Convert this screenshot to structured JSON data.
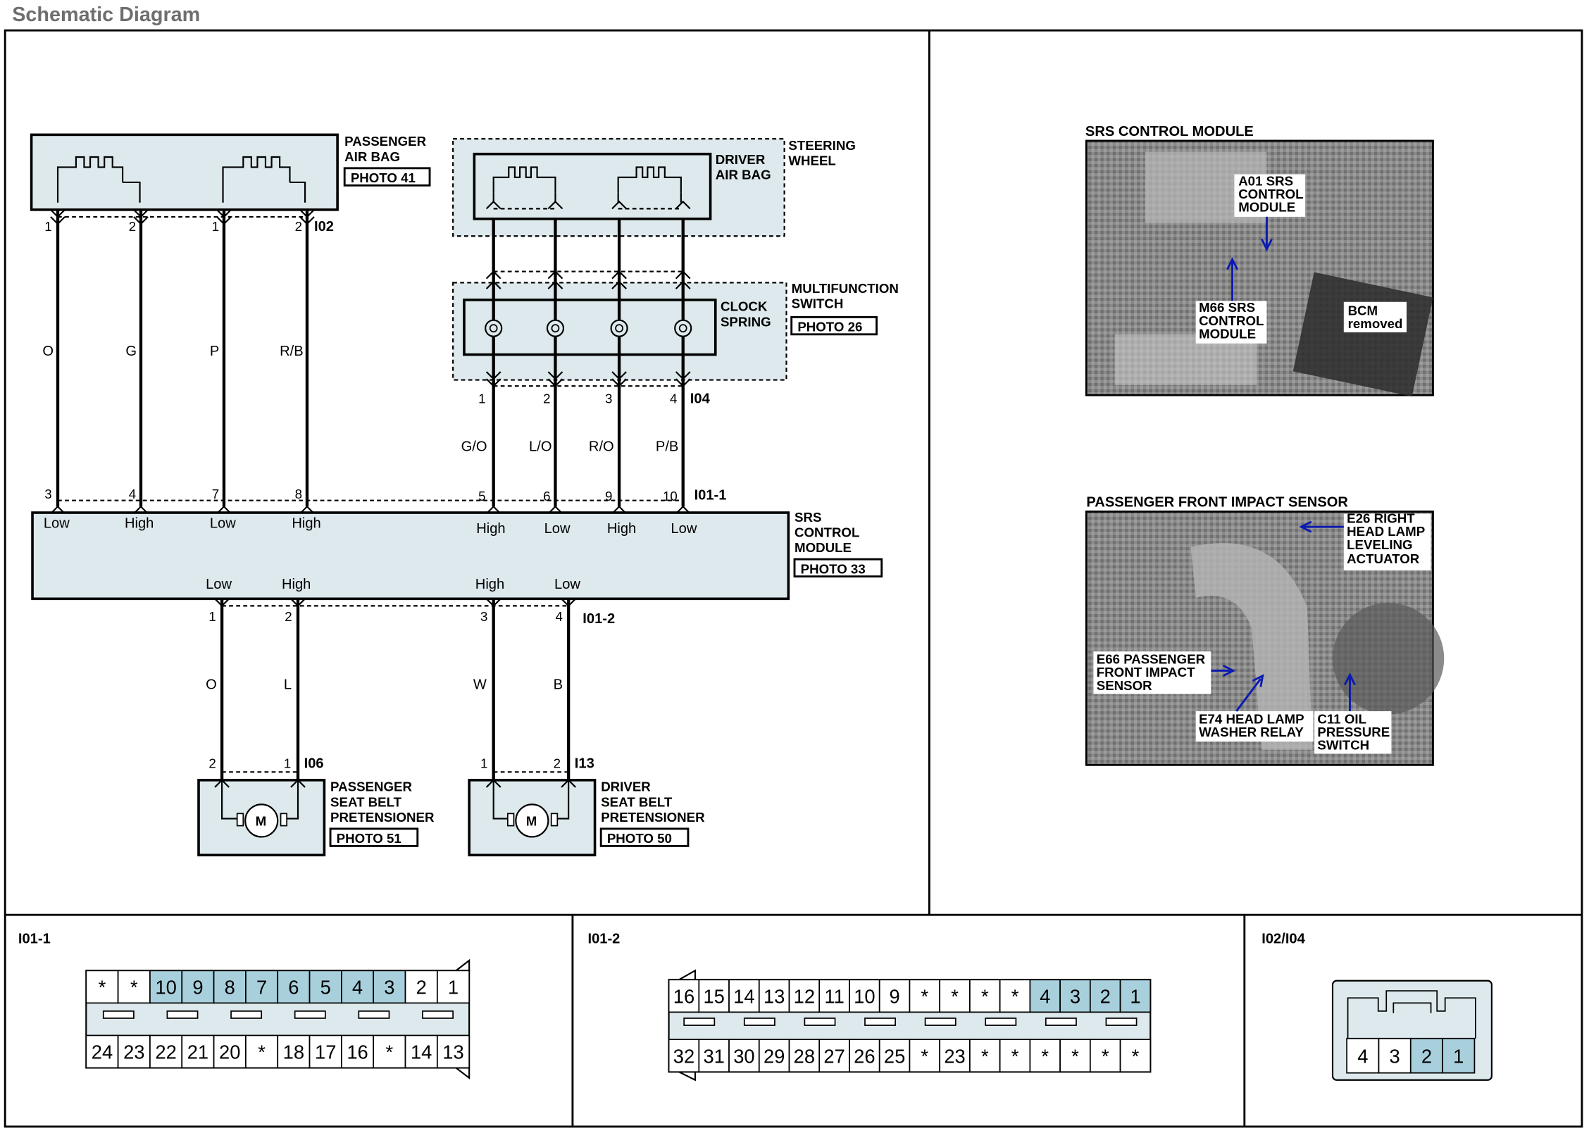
{
  "page_title": "Schematic Diagram",
  "components": {
    "passenger_air_bag": {
      "label": [
        "PASSENGER",
        "AIR BAG"
      ],
      "photo": "PHOTO 41",
      "connector": "I02",
      "pins": [
        "1",
        "2",
        "1",
        "2"
      ]
    },
    "steering_wheel": {
      "label": [
        "STEERING",
        "WHEEL"
      ]
    },
    "driver_air_bag": {
      "label": [
        "DRIVER",
        "AIR BAG"
      ]
    },
    "multifunction_switch": {
      "label": [
        "MULTIFUNCTION",
        "SWITCH"
      ],
      "photo": "PHOTO 26",
      "connector": "I04",
      "pins": [
        "1",
        "2",
        "3",
        "4"
      ]
    },
    "clock_spring": {
      "label": [
        "CLOCK",
        "SPRING"
      ]
    },
    "srs_control_module": {
      "label": [
        "SRS",
        "CONTROL",
        "MODULE"
      ],
      "photo": "PHOTO 33",
      "connector_top": "I01-1",
      "connector_bottom": "I01-2",
      "top_pins": [
        "3",
        "4",
        "7",
        "8",
        "5",
        "6",
        "9",
        "10"
      ],
      "top_levels": [
        "Low",
        "High",
        "Low",
        "High",
        "High",
        "Low",
        "High",
        "Low"
      ],
      "bottom_pins": [
        "1",
        "2",
        "3",
        "4"
      ],
      "bottom_levels": [
        "Low",
        "High",
        "High",
        "Low"
      ]
    },
    "passenger_pretensioner": {
      "label": [
        "PASSENGER",
        "SEAT BELT",
        "PRETENSIONER"
      ],
      "photo": "PHOTO 51",
      "connector": "I06",
      "pins": [
        "2",
        "1"
      ],
      "motor": "M"
    },
    "driver_pretensioner": {
      "label": [
        "DRIVER",
        "SEAT BELT",
        "PRETENSIONER"
      ],
      "photo": "PHOTO 50",
      "connector": "I13",
      "pins": [
        "1",
        "2"
      ],
      "motor": "M"
    }
  },
  "wires": {
    "passenger_air_bag": [
      "O",
      "G",
      "P",
      "R/B"
    ],
    "driver_air_bag": [
      "G/O",
      "L/O",
      "R/O",
      "P/B"
    ],
    "passenger_pretensioner": [
      "O",
      "L"
    ],
    "driver_pretensioner": [
      "W",
      "B"
    ]
  },
  "photos": [
    {
      "title": "SRS CONTROL MODULE",
      "labels": [
        [
          "A01 SRS",
          "CONTROL",
          "MODULE"
        ],
        [
          "M66 SRS",
          "CONTROL",
          "MODULE"
        ],
        [
          "BCM",
          "removed"
        ]
      ]
    },
    {
      "title": "PASSENGER FRONT IMPACT SENSOR",
      "labels": [
        [
          "E26 RIGHT",
          "HEAD LAMP",
          "LEVELING",
          "ACTUATOR"
        ],
        [
          "E66 PASSENGER",
          "FRONT IMPACT",
          "SENSOR"
        ],
        [
          "E74 HEAD LAMP",
          "WASHER RELAY"
        ],
        [
          "C11 OIL",
          "PRESSURE",
          "SWITCH"
        ]
      ]
    }
  ],
  "connector_views": [
    {
      "id": "I01-1",
      "top_row": [
        "*",
        "*",
        "10",
        "9",
        "8",
        "7",
        "6",
        "5",
        "4",
        "3",
        "2",
        "1"
      ],
      "bottom_row": [
        "24",
        "23",
        "22",
        "21",
        "20",
        "*",
        "18",
        "17",
        "16",
        "*",
        "14",
        "13"
      ]
    },
    {
      "id": "I01-2",
      "top_row": [
        "16",
        "15",
        "14",
        "13",
        "12",
        "11",
        "10",
        "9",
        "*",
        "*",
        "*",
        "*",
        "4",
        "3",
        "2",
        "1"
      ],
      "bottom_row": [
        "32",
        "31",
        "30",
        "29",
        "28",
        "27",
        "26",
        "25",
        "*",
        "23",
        "*",
        "*",
        "*",
        "*",
        "*",
        "*"
      ]
    },
    {
      "id": "I02/I04",
      "row": [
        "4",
        "3",
        "2",
        "1"
      ]
    }
  ],
  "colors": {
    "module_fill": "#dde9ed",
    "highlight": "#a8d0dc",
    "photo_label": "#0b1ab0"
  }
}
